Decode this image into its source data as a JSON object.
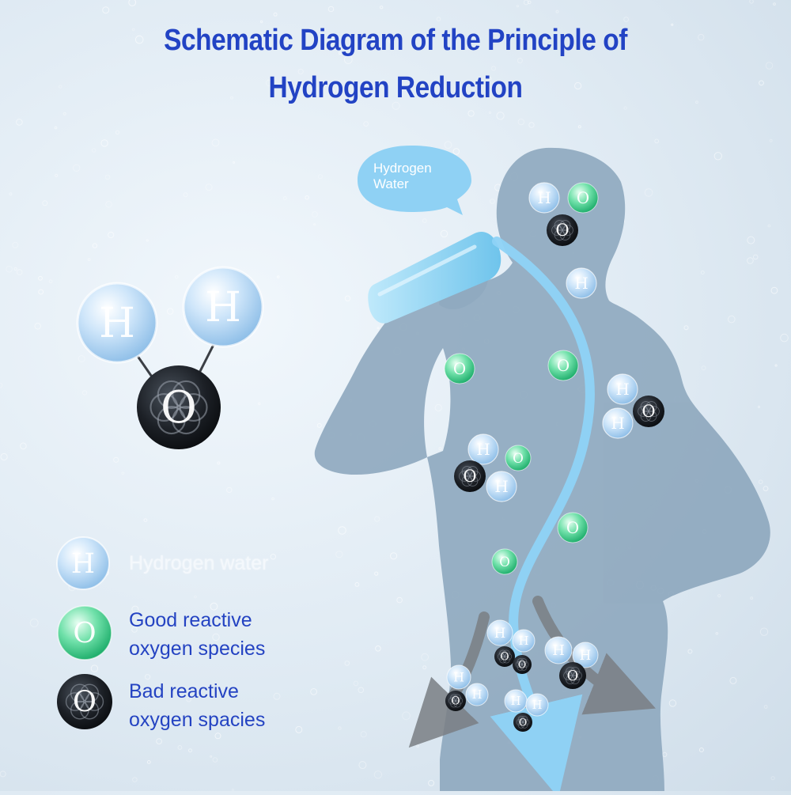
{
  "title": {
    "line1": "Schematic Diagram of the Principle of",
    "line2": "Hydrogen Reduction"
  },
  "speech_bubble": {
    "line1": "Hydrogen",
    "line2": "Water"
  },
  "molecule_letters": {
    "hydrogen": "H",
    "oxygen": "O"
  },
  "legend": [
    {
      "symbol": "H",
      "type": "hydrogen",
      "lines": [
        "Hydrogen water"
      ]
    },
    {
      "symbol": "O",
      "type": "good",
      "lines": [
        "Good reactive",
        "oxygen species"
      ]
    },
    {
      "symbol": "O",
      "type": "bad",
      "lines": [
        "Bad reactive",
        "oxygen spacies"
      ]
    }
  ],
  "colors": {
    "title": "#2243c4",
    "legend_text": "#2443c2",
    "silhouette": "#8fa9bf",
    "flow_arrow": "#8fd3f7",
    "side_arrow": "#7a7f84",
    "hydrogen_sphere": "#bcdcf6",
    "good_oxygen": "#4fd699",
    "bad_oxygen": "#1c2026"
  }
}
